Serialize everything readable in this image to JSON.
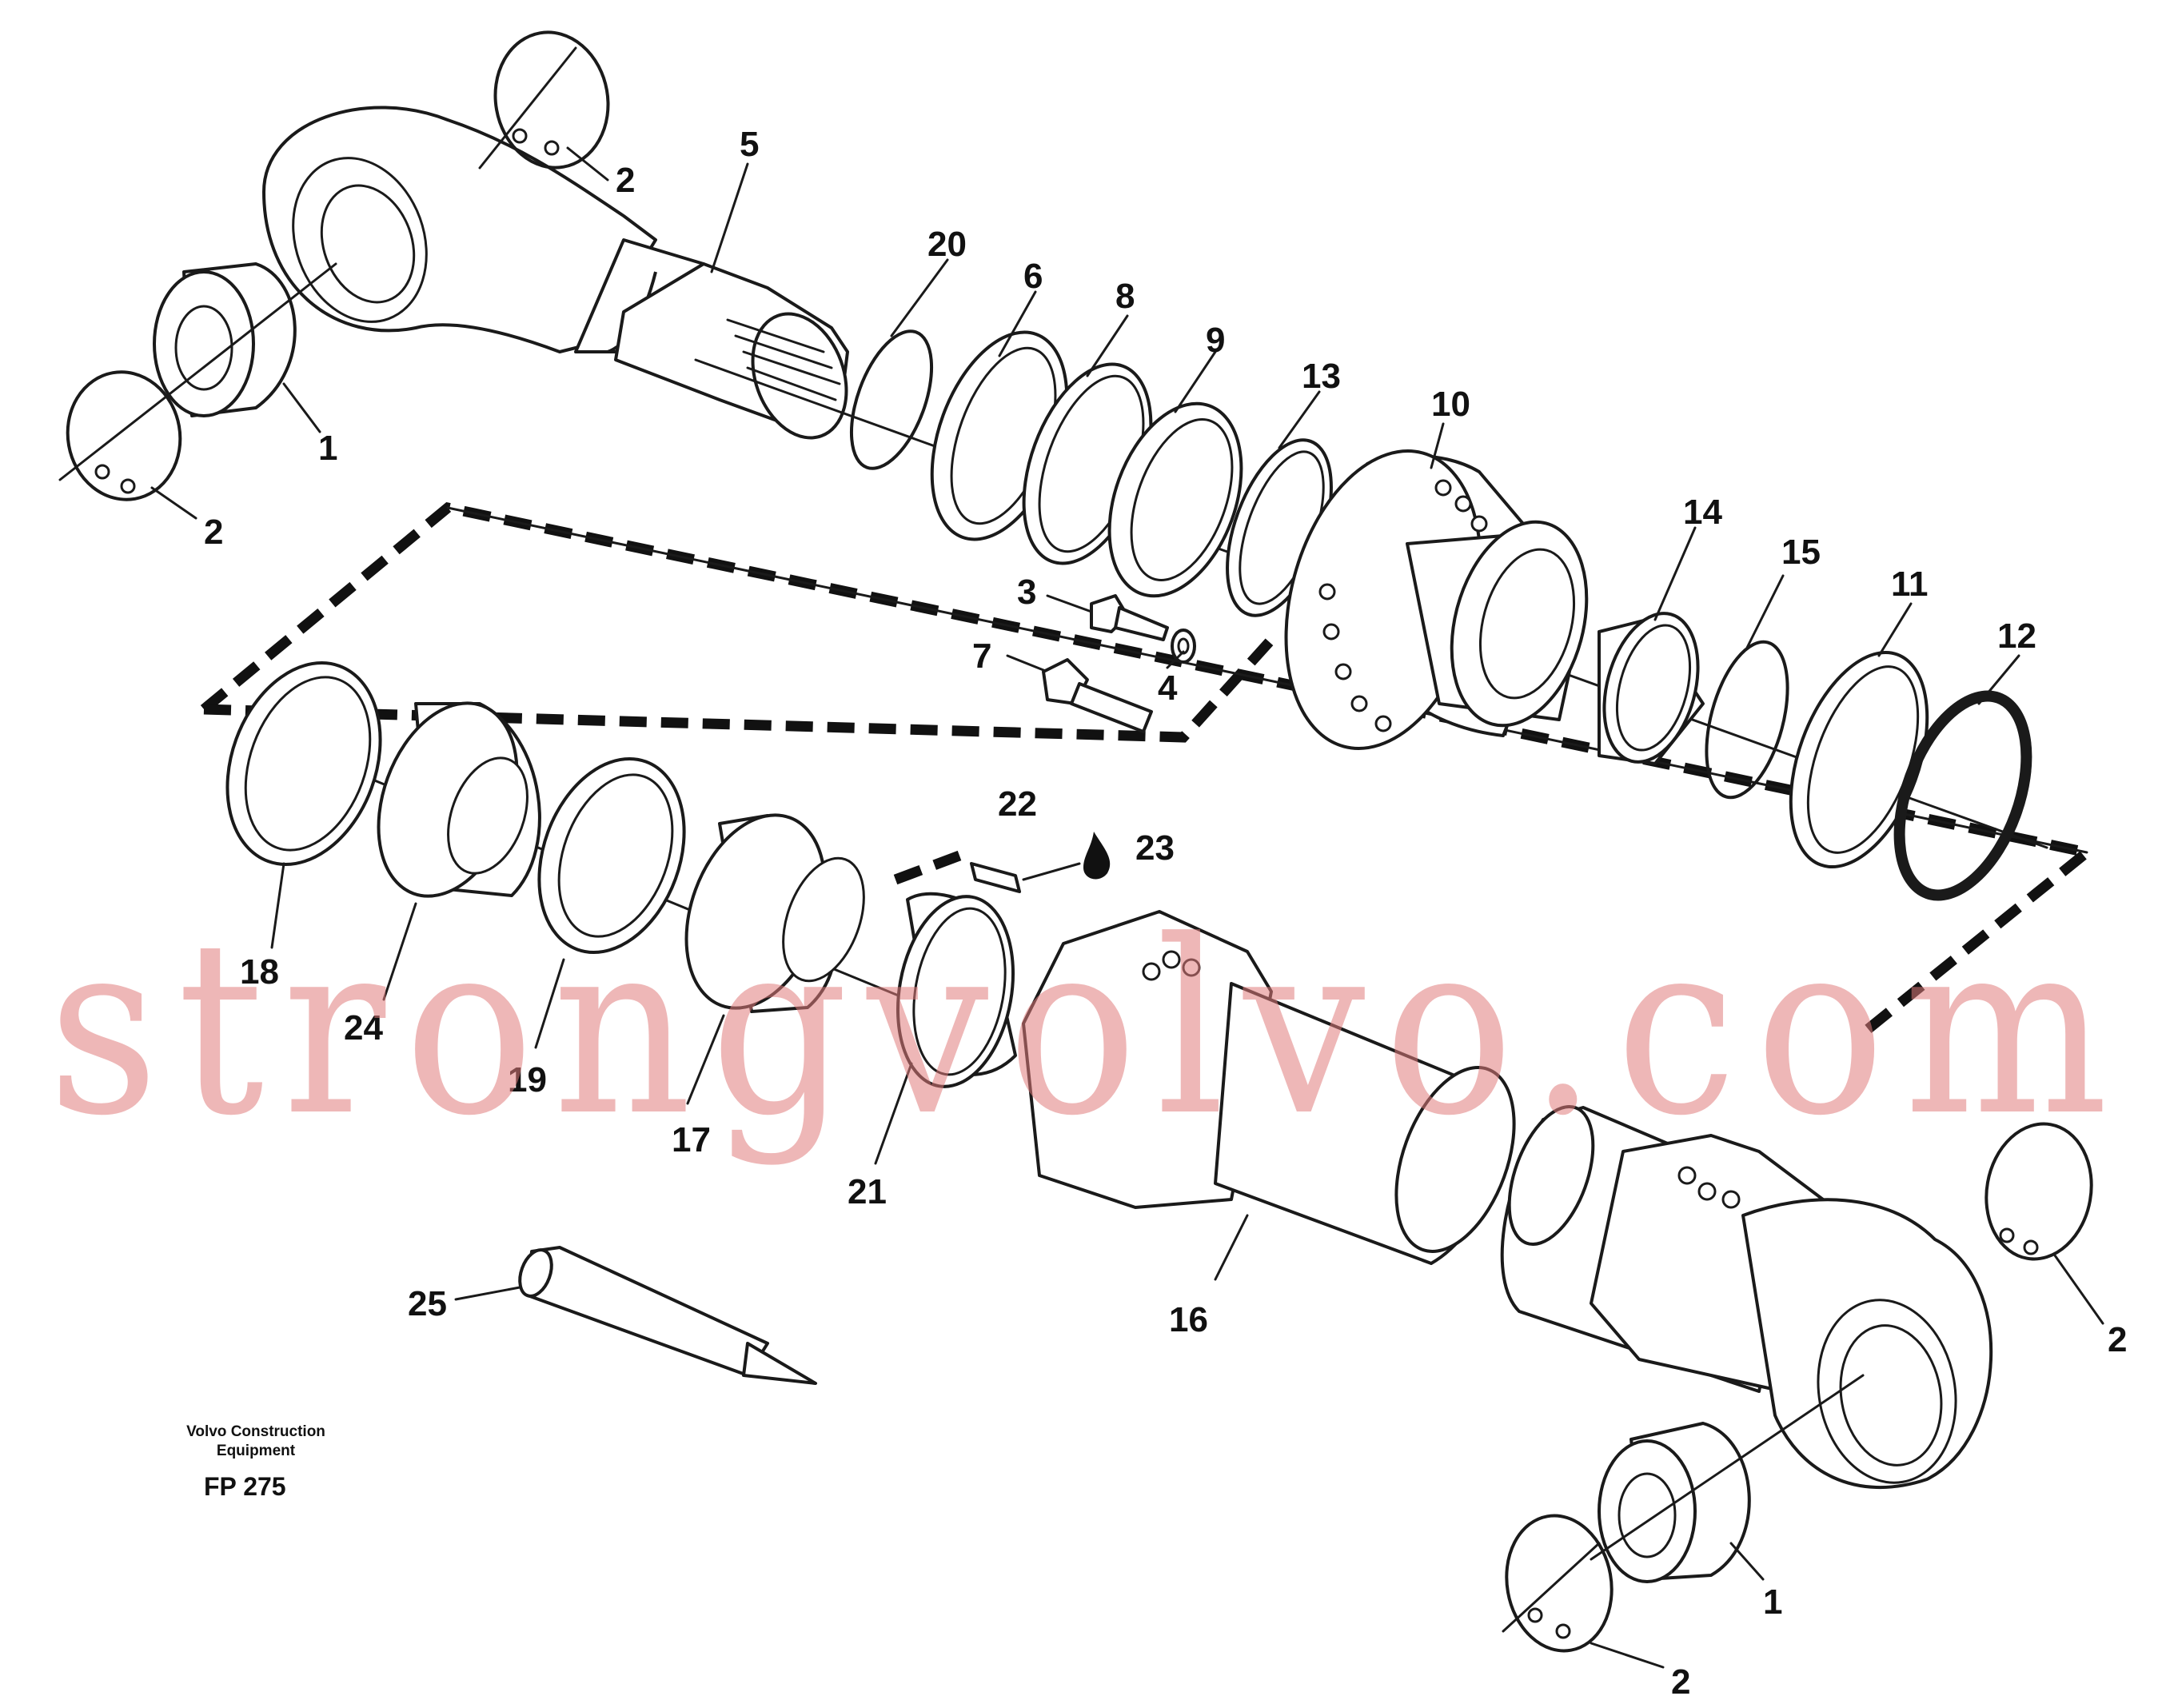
{
  "callouts": [
    "1",
    "2",
    "2",
    "5",
    "20",
    "6",
    "8",
    "9",
    "13",
    "10",
    "3",
    "4",
    "7",
    "14",
    "15",
    "11",
    "12",
    "22",
    "23",
    "18",
    "24",
    "19",
    "17",
    "21",
    "16",
    "25",
    "2",
    "1",
    "2"
  ],
  "caption": {
    "manufacturer_line1": "Volvo Construction",
    "manufacturer_line2": "Equipment",
    "figure_code": "FP 275"
  },
  "watermark": "strongvolvo.com",
  "colors": {
    "line": "#1a1a1a",
    "watermark": "#e07b7b",
    "background": "#ffffff"
  }
}
